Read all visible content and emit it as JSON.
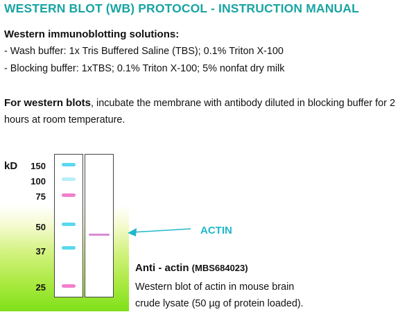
{
  "title": "WESTERN BLOT (WB) PROTOCOL - INSTRUCTION MANUAL",
  "solutions": {
    "heading": "Western immunoblotting solutions:",
    "wash": "- Wash buffer: 1x Tris Buffered Saline (TBS); 0.1% Triton X-100",
    "blocking": "- Blocking buffer: 1xTBS; 0.1% Triton X-100; 5% nonfat dry milk"
  },
  "instruction": {
    "bold_part": "For western blots",
    "rest": ", incubate the membrane with antibody diluted in blocking buffer for 2 hours at room temperature."
  },
  "blot": {
    "unit_label": "kD",
    "markers": [
      "150",
      "100",
      "75",
      "50",
      "37",
      "25"
    ],
    "ladder_colors": [
      "#5ad8ef",
      "#b8eef8",
      "#f27fcc",
      "#5ad8ef",
      "#5ad8ef",
      "#f27fcc"
    ],
    "sample_band_color": "#d98ad4",
    "arrow_color": "#1fb8c9",
    "target_label": "ACTIN"
  },
  "caption": {
    "antibody": "Anti - actin",
    "catalog": "(MBS684023)",
    "line1": "Western blot of actin in mouse brain",
    "line2": "crude lysate (50 µg of protein loaded)."
  }
}
